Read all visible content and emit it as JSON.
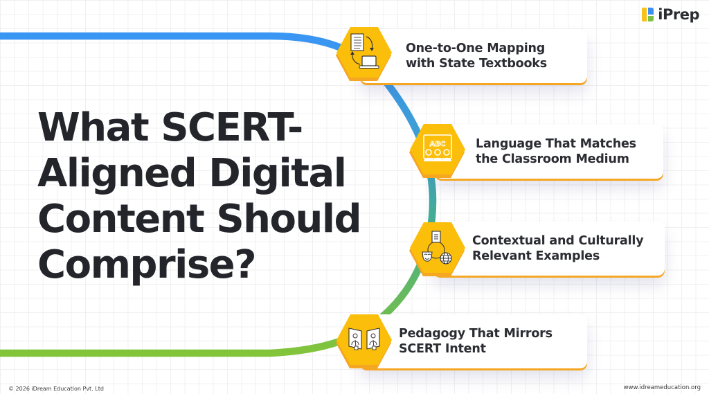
{
  "logo": {
    "text": "iPrep",
    "icon": "iprep-logo-blocks-icon"
  },
  "title": {
    "lines": [
      "What SCERT-",
      "Aligned Digital",
      "Content Should",
      "Comprise?"
    ]
  },
  "items": [
    {
      "line1": "One-to-One Mapping",
      "line2": "with State Textbooks",
      "icon": "textbook-to-laptop-sync-icon"
    },
    {
      "line1": "Language That Matches",
      "line2": "the Classroom Medium",
      "icon": "abc-classroom-icon"
    },
    {
      "line1": "Contextual and Culturally",
      "line2": "Relevant Examples",
      "icon": "culture-mask-globe-document-icon"
    },
    {
      "line1": "Pedagogy That Mirrors",
      "line2": "SCERT Intent",
      "icon": "teachers-boards-icon"
    }
  ],
  "colors": {
    "curve_top": "#3a96f3",
    "curve_mid": "#3fa8a0",
    "curve_bottom": "#82c43a",
    "hexagon_fill": "#fbbf0b",
    "hexagon_shadow": "#f5a623",
    "card_accent": "#f5a623",
    "title_text": "#23252b"
  },
  "footer": {
    "copyright": "© 2026 iDream Education Pvt. Ltd",
    "website": "www.idreameducation.org"
  }
}
